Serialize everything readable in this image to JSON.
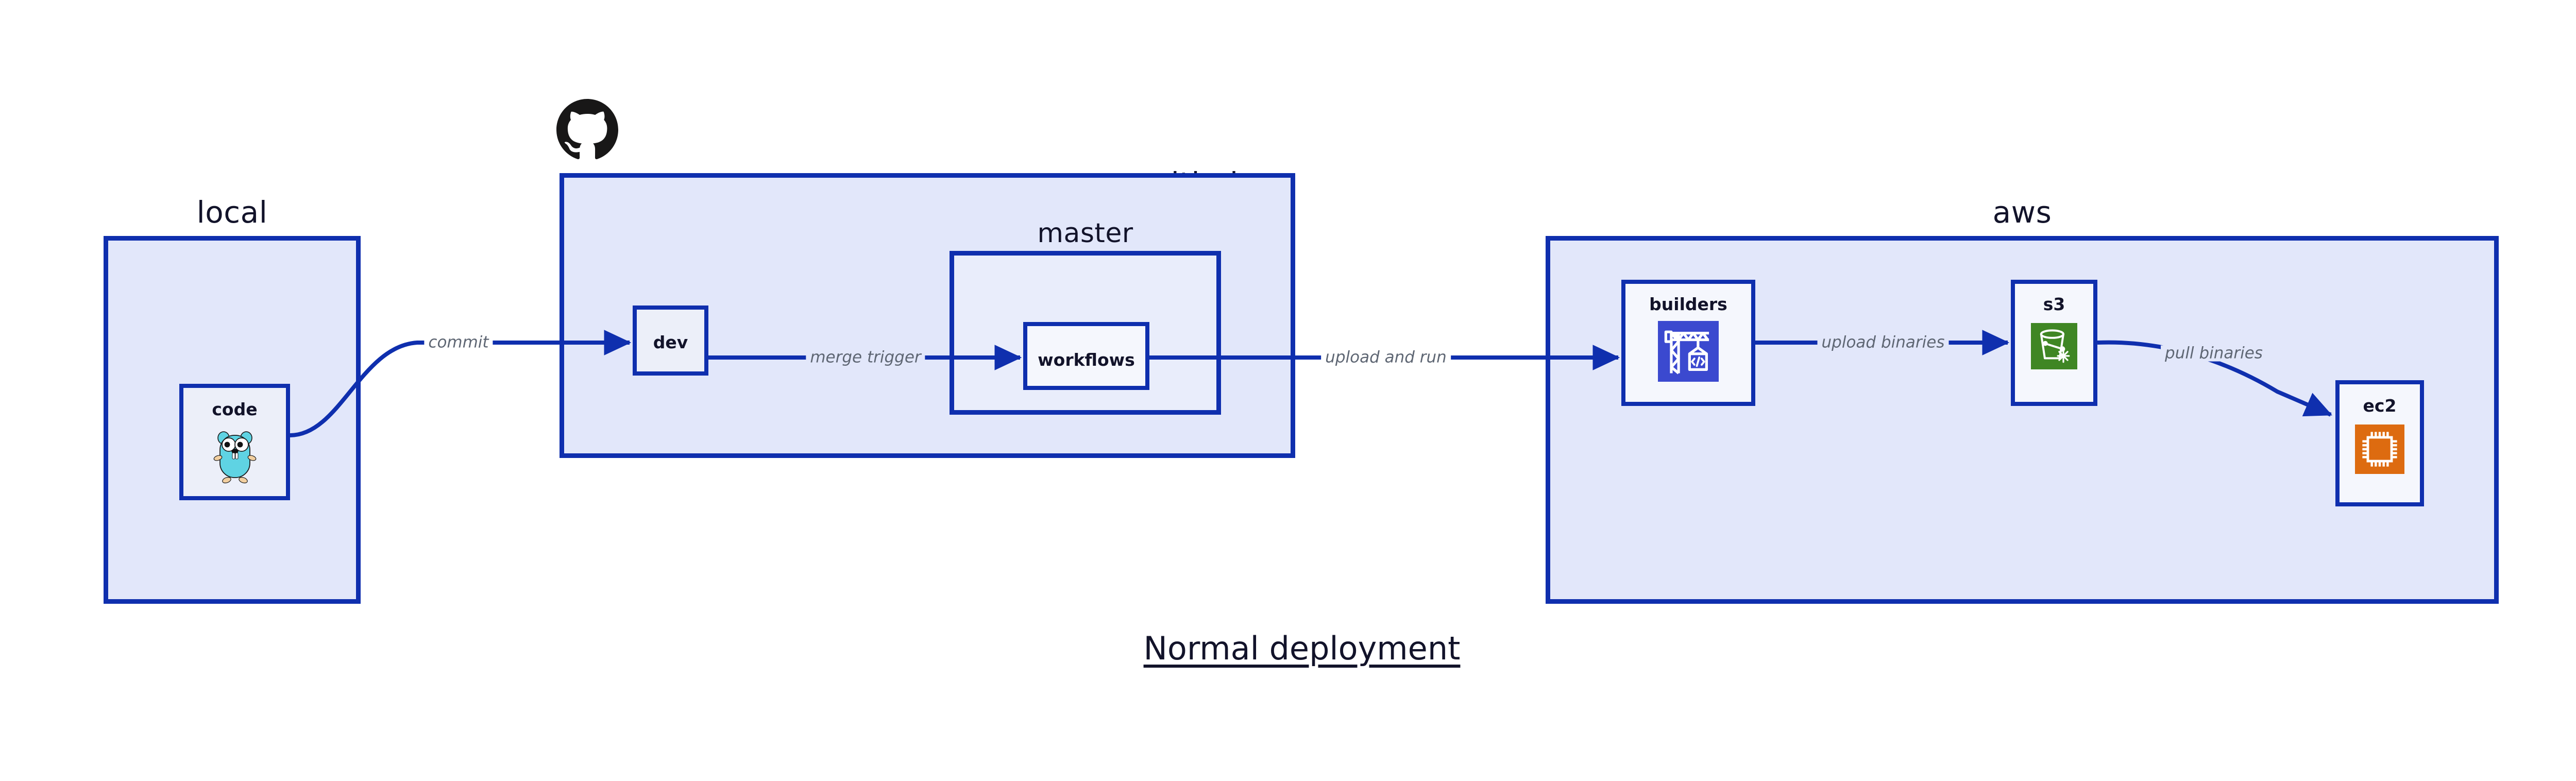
{
  "title": "Normal deployment",
  "colors": {
    "group_fill": "#e2e7fa",
    "node_fill": "#eceff9",
    "border": "#0f2fae",
    "arrow": "#0f2fae",
    "edge_label": "#5e6673",
    "text": "#12132a",
    "builders_icon_bg": "#3b49cf",
    "s3_icon_bg": "#3f8624",
    "ec2_icon_bg": "#dd6b10",
    "gopher_body": "#5fd3e3"
  },
  "groups": [
    {
      "id": "local",
      "label": "local"
    },
    {
      "id": "github",
      "label": "github"
    },
    {
      "id": "master",
      "label": "master"
    },
    {
      "id": "aws",
      "label": "aws"
    }
  ],
  "nodes": [
    {
      "id": "code",
      "label": "code",
      "icon": "go-gopher-icon"
    },
    {
      "id": "dev",
      "label": "dev",
      "icon": null
    },
    {
      "id": "workflows",
      "label": "workflows",
      "icon": null
    },
    {
      "id": "builders",
      "label": "builders",
      "icon": "crane-code-icon"
    },
    {
      "id": "s3",
      "label": "s3",
      "icon": "s3-bucket-icon"
    },
    {
      "id": "ec2",
      "label": "ec2",
      "icon": "cpu-chip-icon"
    }
  ],
  "edges": [
    {
      "id": "commit",
      "from": "code",
      "to": "dev",
      "label": "commit"
    },
    {
      "id": "merge-trigger",
      "from": "dev",
      "to": "workflows",
      "label": "merge trigger"
    },
    {
      "id": "upload-and-run",
      "from": "workflows",
      "to": "builders",
      "label": "upload and run"
    },
    {
      "id": "upload-binaries",
      "from": "builders",
      "to": "s3",
      "label": "upload binaries"
    },
    {
      "id": "pull-binaries",
      "from": "s3",
      "to": "ec2",
      "label": "pull binaries"
    }
  ],
  "logos": [
    {
      "id": "github-logo",
      "name": "github-octocat-logo"
    }
  ]
}
